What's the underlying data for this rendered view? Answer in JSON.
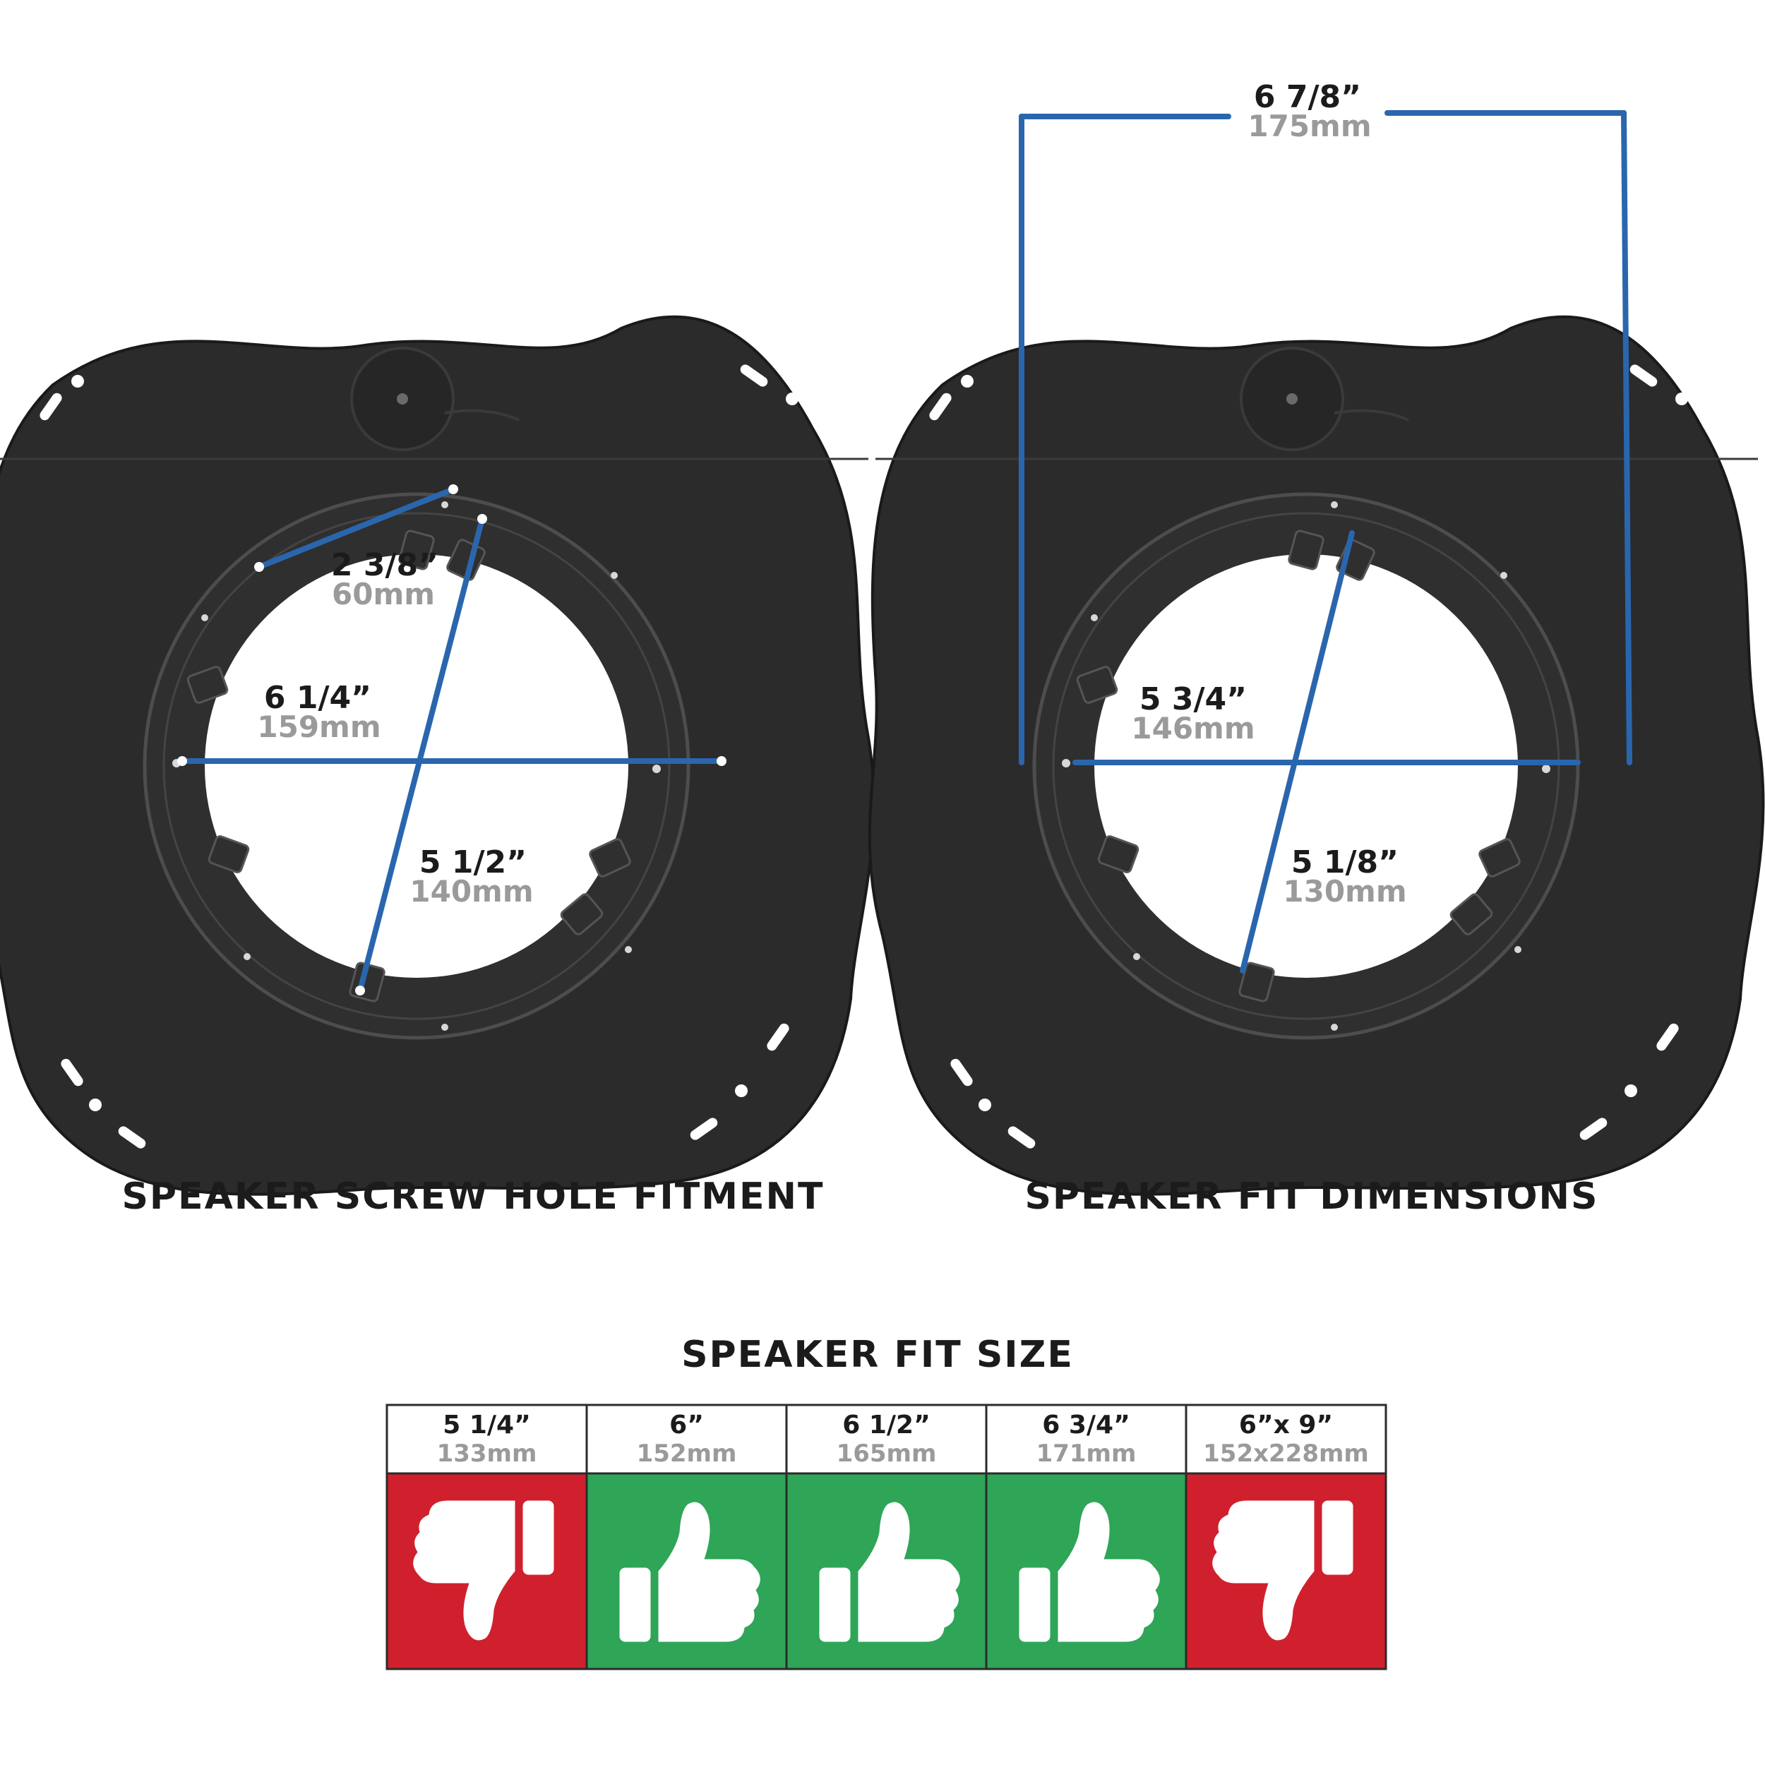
{
  "colors": {
    "measure_line": "#2a66ae",
    "bracket": "#2b2b2b",
    "fit_yes": "#2ea557",
    "fit_no": "#d0202d",
    "inch_text": "#1b1b1b",
    "mm_text": "#9a9a9a"
  },
  "left_panel": {
    "caption": "SPEAKER SCREW HOLE FITMENT",
    "dims": {
      "hole_spacing": {
        "inch": "2 3/8”",
        "mm": "60mm"
      },
      "horizontal": {
        "inch": "6 1/4”",
        "mm": "159mm"
      },
      "diagonal": {
        "inch": "5 1/2”",
        "mm": "140mm"
      }
    }
  },
  "right_panel": {
    "caption": "SPEAKER FIT DIMENSIONS",
    "dims": {
      "top_width": {
        "inch": "6 7/8”",
        "mm": "175mm"
      },
      "horizontal": {
        "inch": "5 3/4”",
        "mm": "146mm"
      },
      "diagonal": {
        "inch": "5 1/8”",
        "mm": "130mm"
      }
    }
  },
  "fit_table": {
    "title": "SPEAKER FIT SIZE",
    "columns": [
      {
        "inch": "5 1/4”",
        "mm": "133mm",
        "fits": false,
        "icon": "thumbs-down-icon"
      },
      {
        "inch": "6”",
        "mm": "152mm",
        "fits": true,
        "icon": "thumbs-up-icon"
      },
      {
        "inch": "6 1/2”",
        "mm": "165mm",
        "fits": true,
        "icon": "thumbs-up-icon"
      },
      {
        "inch": "6 3/4”",
        "mm": "171mm",
        "fits": true,
        "icon": "thumbs-up-icon"
      },
      {
        "inch": "6”x 9”",
        "mm": "152x228mm",
        "fits": false,
        "icon": "thumbs-down-icon"
      }
    ]
  }
}
